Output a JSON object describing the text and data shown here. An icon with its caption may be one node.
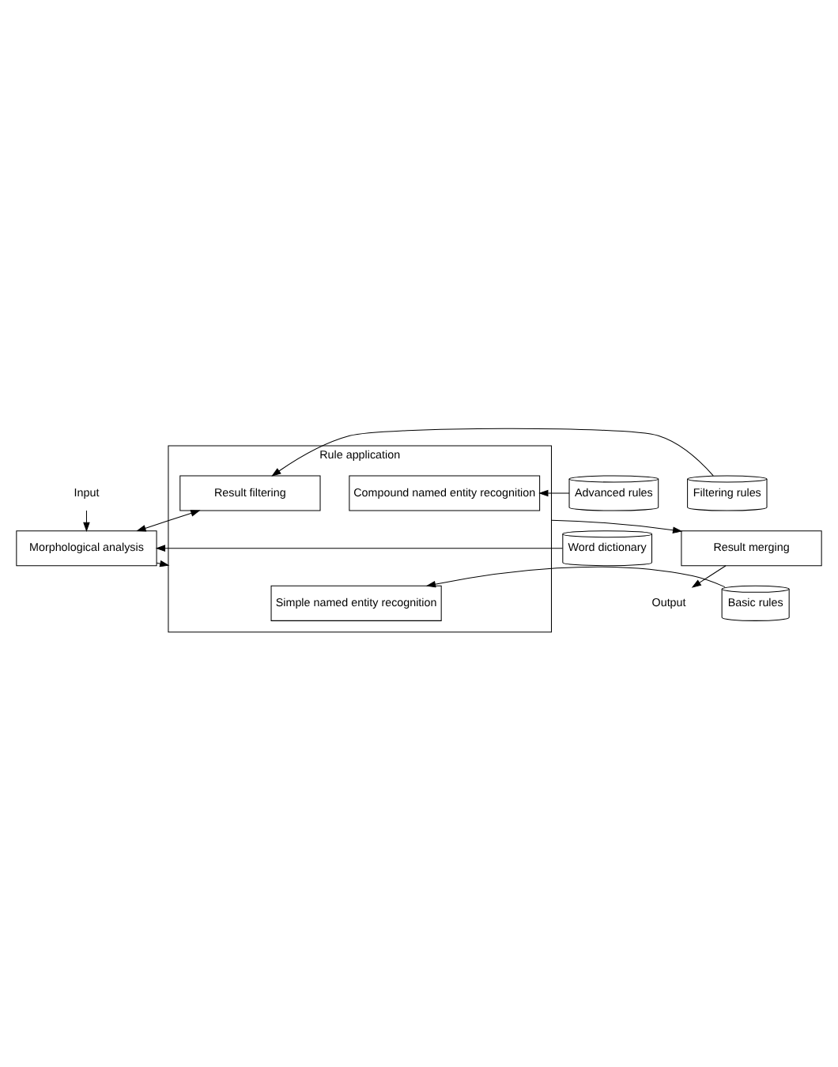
{
  "diagram": {
    "nodes": [
      {
        "text": [
          "Input"
        ]
      },
      {
        "text": [
          "Morphological analysis"
        ]
      },
      {
        "text": [
          "Word dictionary"
        ]
      },
      {
        "text": [
          "Rule application"
        ]
      },
      {
        "text": [
          "Simple named entity recognition"
        ],
        "in": 3
      },
      {
        "text": [
          "Compound named entity recognition"
        ],
        "in": 3
      },
      {
        "text": [
          "Result filtering"
        ],
        "in": 3
      },
      {
        "text": [
          "Basic rules"
        ]
      },
      {
        "text": [
          "Advanced rules"
        ]
      },
      {
        "text": [
          "Filtering rules"
        ]
      },
      {
        "text": [
          "Result merging"
        ]
      },
      {
        "text": [
          "Output"
        ]
      }
    ],
    "edges": [
      {
        "from": 0,
        "to": 1,
        "arrow": "to"
      },
      {
        "from": 2,
        "to": 1,
        "arrow": "to"
      },
      {
        "from": 1,
        "to": 3,
        "arrow": "to"
      },
      {
        "from": 7,
        "to": 4,
        "arrow": "to"
      },
      {
        "from": 8,
        "to": 5,
        "arrow": "to"
      },
      {
        "from": 9,
        "to": 6,
        "arrow": "to"
      },
      {
        "from": 6,
        "to": 1,
        "arrow": "both"
      },
      {
        "from": 3,
        "to": 10,
        "arrow": "to"
      },
      {
        "from": 10,
        "to": 11,
        "arrow": "to"
      }
    ]
  }
}
